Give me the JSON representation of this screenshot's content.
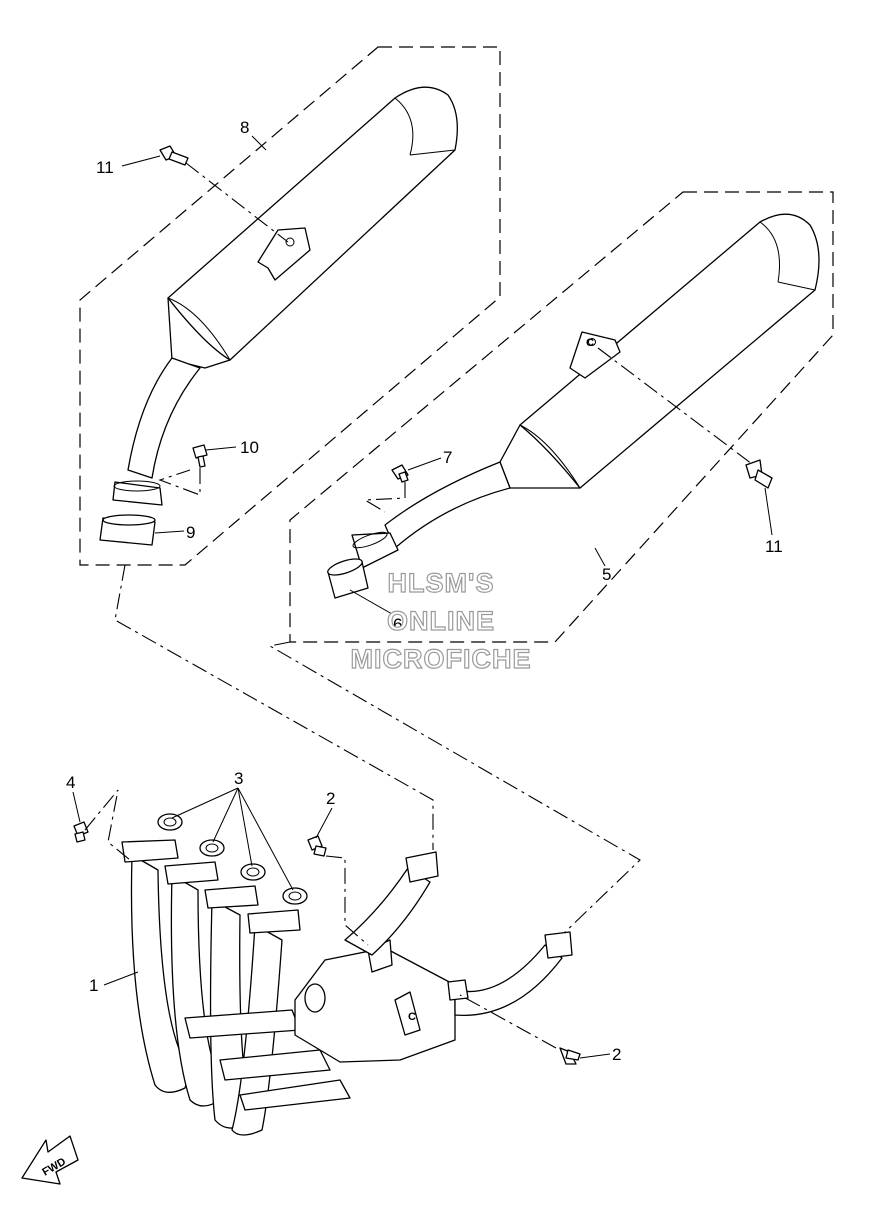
{
  "callouts": {
    "c1": "1",
    "c2a": "2",
    "c2b": "2",
    "c3": "3",
    "c4": "4",
    "c5": "5",
    "c6": "6",
    "c7": "7",
    "c8": "8",
    "c9": "9",
    "c10": "10",
    "c11a": "11",
    "c11b": "11"
  },
  "watermark": {
    "line1": "HLSM'S",
    "line2": "ONLINE",
    "line3": "MICROFICHE"
  },
  "fwd_label": "FWD",
  "part_marks": {
    "left_bracket": "C",
    "collector_stamp": "C"
  },
  "colors": {
    "line": "#000000",
    "watermark_outline": "#9a9a9a",
    "background": "#ffffff"
  }
}
